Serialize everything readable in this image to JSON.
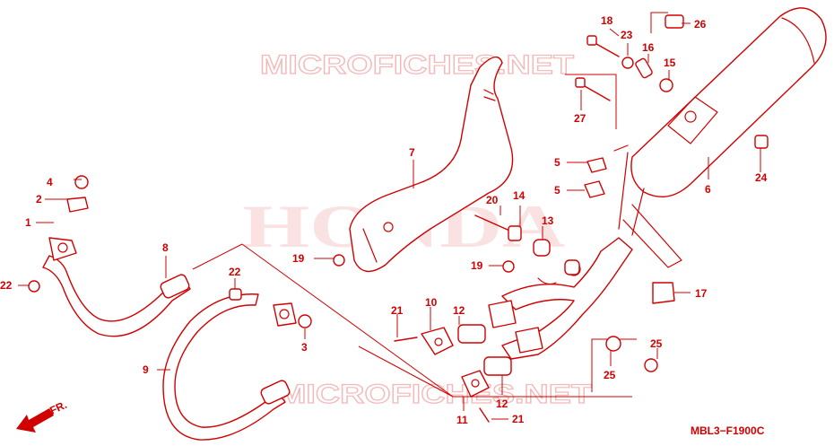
{
  "diagram": {
    "watermarks": {
      "top": "MICROFICHES.NET",
      "center": "HONDA",
      "bottom": "MICROFICHES.NET"
    },
    "code": "MBL3−F1900C",
    "direction": "FR.",
    "callouts": {
      "c18": "18",
      "c23": "23",
      "c16": "16",
      "c15": "15",
      "c26": "26",
      "c27": "27",
      "c5a": "5",
      "c5b": "5",
      "c6": "6",
      "c24": "24",
      "c7": "7",
      "c4": "4",
      "c2": "2",
      "c1": "1",
      "c8": "8",
      "c22a": "22",
      "c22b": "22",
      "c20": "20",
      "c14": "14",
      "c13": "13",
      "c19a": "19",
      "c19b": "19",
      "c17": "17",
      "c10": "10",
      "c21a": "21",
      "c12a": "12",
      "c3": "3",
      "c9": "9",
      "c25a": "25",
      "c25b": "25",
      "c12b": "12",
      "c11": "11",
      "c21b": "21"
    }
  }
}
